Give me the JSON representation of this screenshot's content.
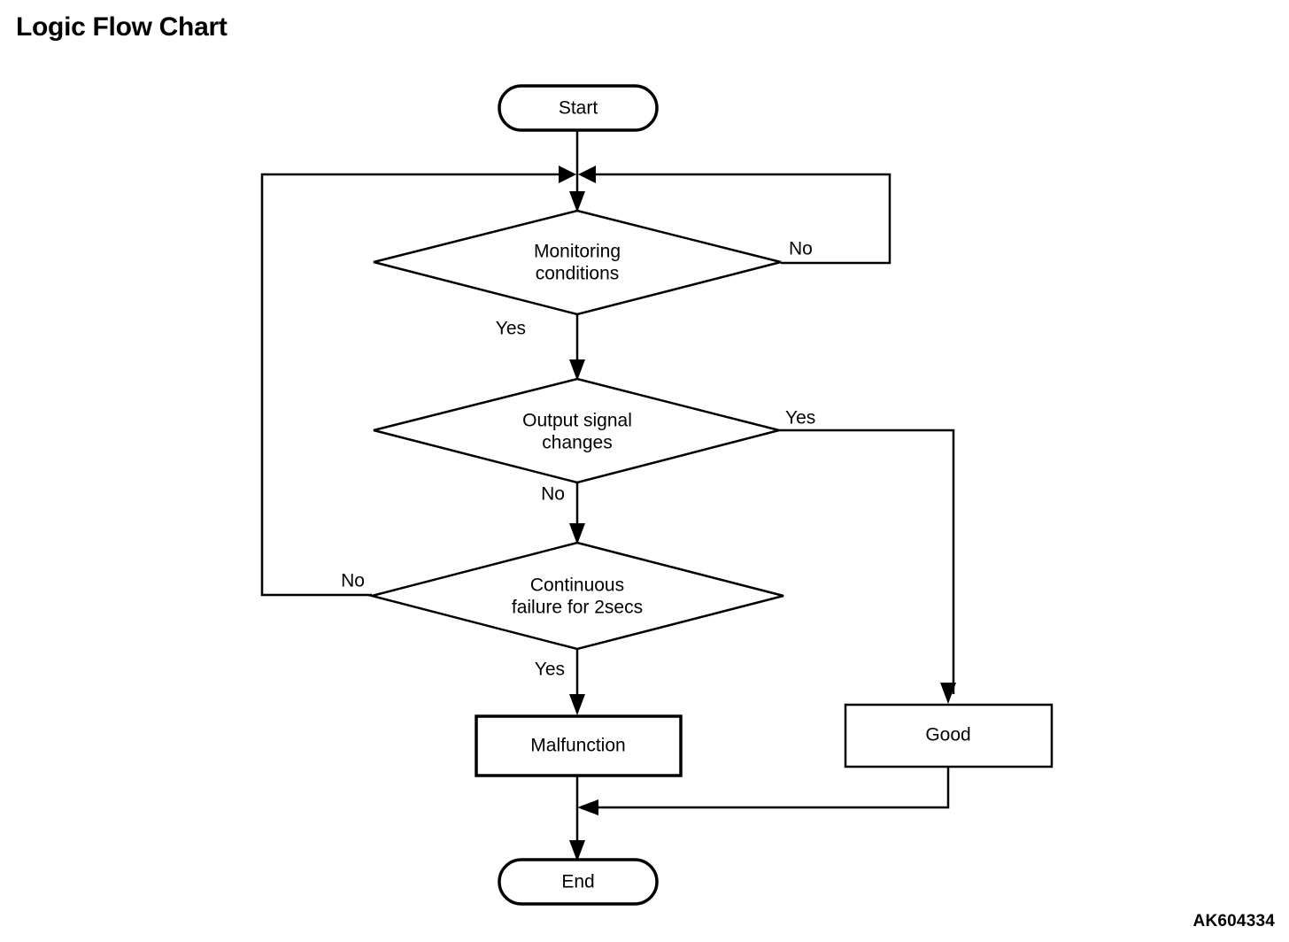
{
  "page": {
    "title": "Logic Flow Chart",
    "reference_code": "AK604334",
    "background_color": "#ffffff",
    "line_color": "#000000"
  },
  "chart_data": {
    "type": "diagram",
    "diagram_kind": "flowchart",
    "title": "Logic Flow Chart",
    "nodes": [
      {
        "id": "start",
        "shape": "terminator",
        "label": "Start"
      },
      {
        "id": "monitoring",
        "shape": "decision",
        "label": "Monitoring conditions",
        "line1": "Monitoring",
        "line2": "conditions"
      },
      {
        "id": "output",
        "shape": "decision",
        "label": "Output signal changes",
        "line1": "Output signal",
        "line2": "changes"
      },
      {
        "id": "continuous",
        "shape": "decision",
        "label": "Continuous failure for 2secs",
        "line1": "Continuous",
        "line2": "failure for 2secs"
      },
      {
        "id": "malfunction",
        "shape": "process",
        "label": "Malfunction"
      },
      {
        "id": "good",
        "shape": "process",
        "label": "Good"
      },
      {
        "id": "end",
        "shape": "terminator",
        "label": "End"
      }
    ],
    "edges": [
      {
        "from": "start",
        "to": "junction",
        "label": ""
      },
      {
        "from": "junction",
        "to": "monitoring",
        "label": ""
      },
      {
        "from": "monitoring",
        "to": "junction",
        "label": "No"
      },
      {
        "from": "monitoring",
        "to": "output",
        "label": "Yes"
      },
      {
        "from": "output",
        "to": "good",
        "label": "Yes"
      },
      {
        "from": "output",
        "to": "continuous",
        "label": "No"
      },
      {
        "from": "continuous",
        "to": "junction",
        "label": "No"
      },
      {
        "from": "continuous",
        "to": "malfunction",
        "label": "Yes"
      },
      {
        "from": "malfunction",
        "to": "end",
        "label": ""
      },
      {
        "from": "good",
        "to": "end",
        "label": ""
      }
    ],
    "edge_labels": {
      "monitoring_no": "No",
      "monitoring_yes": "Yes",
      "output_yes": "Yes",
      "output_no": "No",
      "continuous_no": "No",
      "continuous_yes": "Yes"
    }
  }
}
